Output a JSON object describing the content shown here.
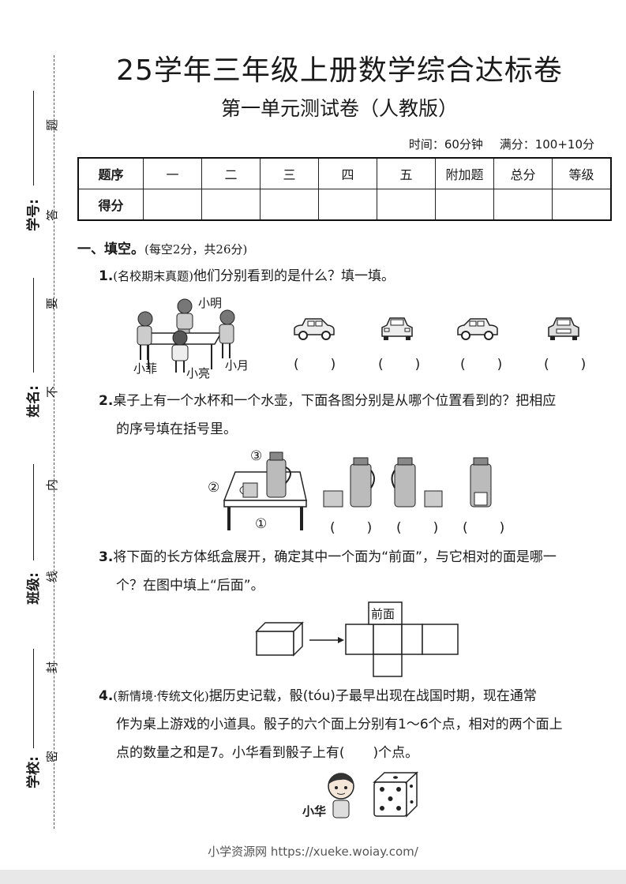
{
  "binding": {
    "fold_chars": [
      "题",
      "答",
      "要",
      "不",
      "内",
      "线",
      "封",
      "密"
    ],
    "fields": [
      "学号:",
      "姓名:",
      "班级:",
      "学校:"
    ]
  },
  "header": {
    "title": "25学年三年级上册数学综合达标卷",
    "subtitle": "第一单元测试卷（人教版）",
    "time": "时间：60分钟",
    "full_score": "满分：100+10分"
  },
  "score_table": {
    "row1": [
      "题序",
      "一",
      "二",
      "三",
      "四",
      "五",
      "附加题",
      "总分",
      "等级"
    ],
    "row2_label": "得分"
  },
  "section1": {
    "title": "一、填空。",
    "note": "(每空2分，共26分)"
  },
  "q1": {
    "num": "1.",
    "tag": "(名校期末真题)",
    "text": "他们分别看到的是什么？填一填。",
    "names": [
      "小明",
      "小菲",
      "小亮",
      "小月"
    ],
    "blanks": [
      "(　　)",
      "(　　)",
      "(　　)",
      "(　　)"
    ]
  },
  "q2": {
    "num": "2.",
    "line1": "桌子上有一个水杯和一个水壶，下面各图分别是从哪个位置看到的？把相应",
    "line2": "的序号填在括号里。",
    "markers": [
      "③",
      "②",
      "①"
    ],
    "blanks": [
      "(　　)",
      "(　　)",
      "(　　)"
    ]
  },
  "q3": {
    "num": "3.",
    "line1": "将下面的长方体纸盒展开，确定其中一个面为“前面”，与它相对的面是哪一",
    "line2": "个？在图中填上“后面”。",
    "front_label": "前面"
  },
  "q4": {
    "num": "4.",
    "tag": "(新情境·传统文化)",
    "line1": "据历史记载，骰(tóu)子最早出现在战国时期，现在通常",
    "line2": "作为桌上游戏的小道具。骰子的六个面上分别有1～6个点，相对的两个面上",
    "line3a": "点的数量之和是7。小华看到骰子上有(",
    "line3b": ")个点。",
    "person": "小华"
  },
  "footer": "小学资源网 https://xueke.woiay.com/"
}
